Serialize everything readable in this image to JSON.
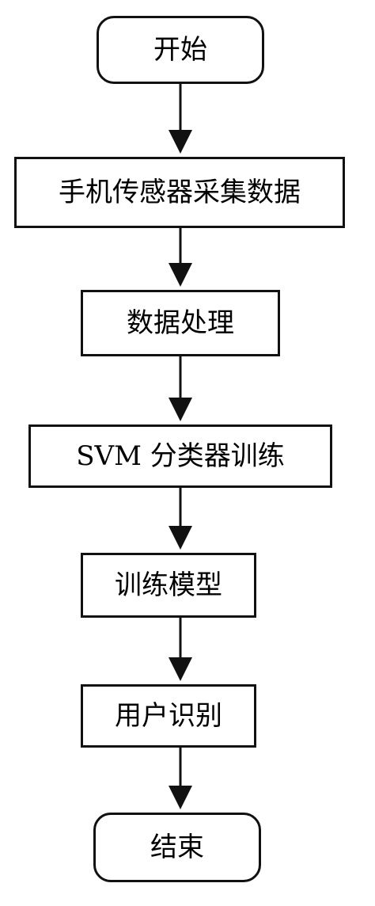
{
  "flowchart": {
    "start": "开始",
    "step1": "手机传感器采集数据",
    "step2": "数据处理",
    "step3": "SVM 分类器训练",
    "step4": "训练模型",
    "step5": "用户识别",
    "end": "结束"
  }
}
